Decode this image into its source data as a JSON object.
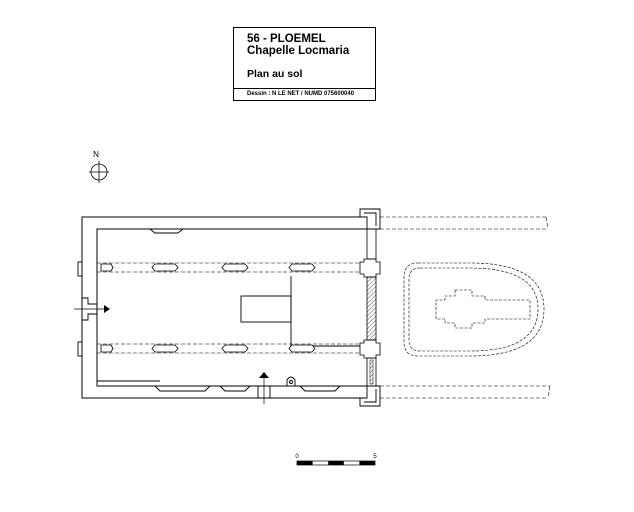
{
  "cartouche": {
    "line1": "56 - PLOEMEL",
    "line2": "Chapelle Locmaria",
    "line3": "Plan au sol",
    "credit": "Dessin : N LE NET / NUMD 075600040"
  },
  "north": {
    "label": "N"
  },
  "scale_bar": {
    "start_label": "0",
    "end_label": "5"
  },
  "colors": {
    "wall_fill": "#ffffff",
    "stroke": "#000000",
    "hatch": "#555555"
  }
}
